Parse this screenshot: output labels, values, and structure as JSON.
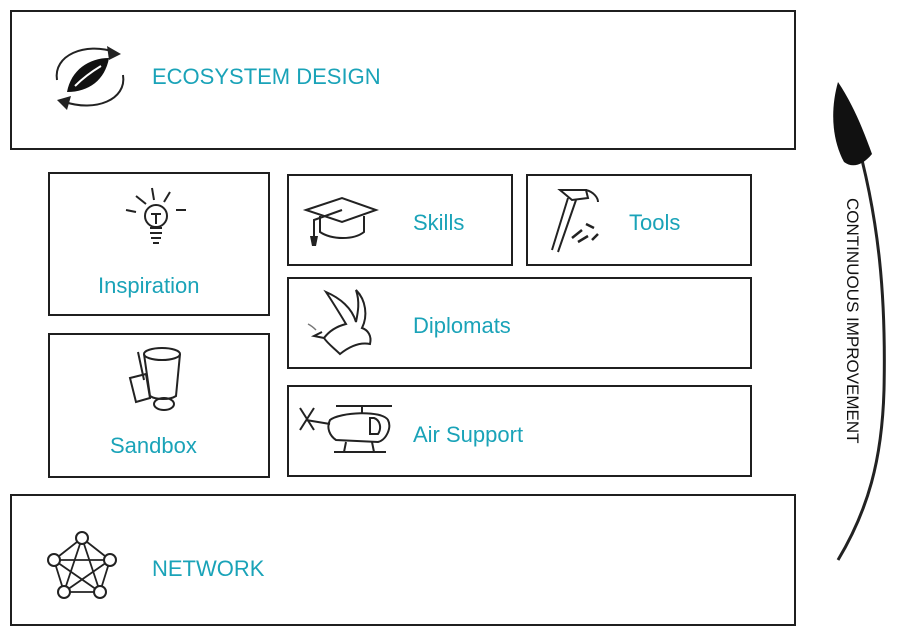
{
  "diagram": {
    "top_band": {
      "label": "ECOSYSTEM DESIGN",
      "icon": "leaf-cycle-icon"
    },
    "bottom_band": {
      "label": "NETWORK",
      "icon": "network-pentagon-icon"
    },
    "modules": [
      {
        "label": "Inspiration",
        "icon": "lightbulb-icon"
      },
      {
        "label": "Skills",
        "icon": "graduation-cap-icon"
      },
      {
        "label": "Tools",
        "icon": "hammer-icon"
      },
      {
        "label": "Diplomats",
        "icon": "dove-icon"
      },
      {
        "label": "Sandbox",
        "icon": "sand-bucket-icon"
      },
      {
        "label": "Air Support",
        "icon": "helicopter-icon"
      }
    ],
    "side_arrow": {
      "label": "CONTINUOUS IMPROVEMENT",
      "icon": "curved-arrow-icon"
    }
  },
  "colors": {
    "label": "#1aa3b8",
    "stroke": "#1f1f1f",
    "background": "#ffffff"
  }
}
